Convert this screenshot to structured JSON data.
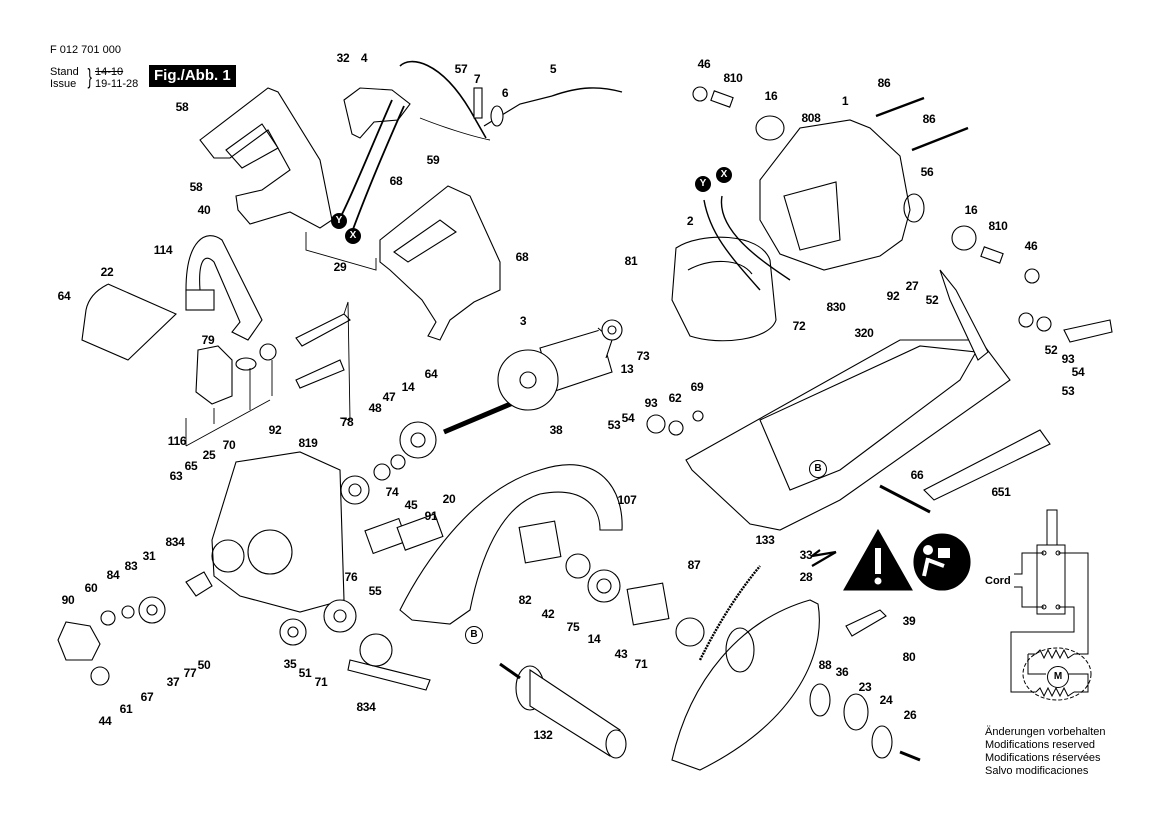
{
  "header": {
    "doc_number": "F 012 701 000",
    "stand_label": "Stand",
    "issue_label": "Issue",
    "stand_value": "14-10",
    "issue_value": "19-11-28",
    "figure_badge": "Fig./Abb. 1"
  },
  "callouts": [
    {
      "text": "32"
    },
    {
      "text": "4"
    },
    {
      "text": "57"
    },
    {
      "text": "7"
    },
    {
      "text": "6"
    },
    {
      "text": "5"
    },
    {
      "text": "58"
    },
    {
      "text": "59"
    },
    {
      "text": "58"
    },
    {
      "text": "68"
    },
    {
      "text": "40"
    },
    {
      "text": "29"
    },
    {
      "text": "114"
    },
    {
      "text": "22"
    },
    {
      "text": "64"
    },
    {
      "text": "68"
    },
    {
      "text": "79"
    },
    {
      "text": "116"
    },
    {
      "text": "3"
    },
    {
      "text": "13"
    },
    {
      "text": "73"
    },
    {
      "text": "81"
    },
    {
      "text": "2"
    },
    {
      "text": "46"
    },
    {
      "text": "810"
    },
    {
      "text": "16"
    },
    {
      "text": "808"
    },
    {
      "text": "1"
    },
    {
      "text": "86"
    },
    {
      "text": "86"
    },
    {
      "text": "56"
    },
    {
      "text": "16"
    },
    {
      "text": "810"
    },
    {
      "text": "46"
    },
    {
      "text": "92"
    },
    {
      "text": "27"
    },
    {
      "text": "52"
    },
    {
      "text": "830"
    },
    {
      "text": "320"
    },
    {
      "text": "72"
    },
    {
      "text": "52"
    },
    {
      "text": "93"
    },
    {
      "text": "54"
    },
    {
      "text": "53"
    },
    {
      "text": "64"
    },
    {
      "text": "14"
    },
    {
      "text": "47"
    },
    {
      "text": "48"
    },
    {
      "text": "78"
    },
    {
      "text": "93"
    },
    {
      "text": "62"
    },
    {
      "text": "69"
    },
    {
      "text": "53"
    },
    {
      "text": "54"
    },
    {
      "text": "107"
    },
    {
      "text": "66"
    },
    {
      "text": "651"
    },
    {
      "text": "38"
    },
    {
      "text": "92"
    },
    {
      "text": "819"
    },
    {
      "text": "70"
    },
    {
      "text": "25"
    },
    {
      "text": "65"
    },
    {
      "text": "63"
    },
    {
      "text": "74"
    },
    {
      "text": "45"
    },
    {
      "text": "91"
    },
    {
      "text": "20"
    },
    {
      "text": "834"
    },
    {
      "text": "31"
    },
    {
      "text": "83"
    },
    {
      "text": "84"
    },
    {
      "text": "60"
    },
    {
      "text": "90"
    },
    {
      "text": "76"
    },
    {
      "text": "55"
    },
    {
      "text": "35"
    },
    {
      "text": "51"
    },
    {
      "text": "71"
    },
    {
      "text": "834"
    },
    {
      "text": "50"
    },
    {
      "text": "77"
    },
    {
      "text": "37"
    },
    {
      "text": "67"
    },
    {
      "text": "61"
    },
    {
      "text": "44"
    },
    {
      "text": "82"
    },
    {
      "text": "42"
    },
    {
      "text": "75"
    },
    {
      "text": "14"
    },
    {
      "text": "43"
    },
    {
      "text": "71"
    },
    {
      "text": "87"
    },
    {
      "text": "133"
    },
    {
      "text": "33"
    },
    {
      "text": "28"
    },
    {
      "text": "39"
    },
    {
      "text": "80"
    },
    {
      "text": "88"
    },
    {
      "text": "36"
    },
    {
      "text": "23"
    },
    {
      "text": "24"
    },
    {
      "text": "26"
    },
    {
      "text": "132"
    }
  ],
  "wire_markers": {
    "x": "X",
    "y": "Y",
    "b": "B"
  },
  "warning_icons": [
    "warning-triangle",
    "read-manual"
  ],
  "wiring_diagram": {
    "cord_label": "Cord",
    "motor_label": "M"
  },
  "notes": [
    "Änderungen vorbehalten",
    "Modifications reserved",
    "Modifications réservées",
    "Salvo modificaciones"
  ]
}
